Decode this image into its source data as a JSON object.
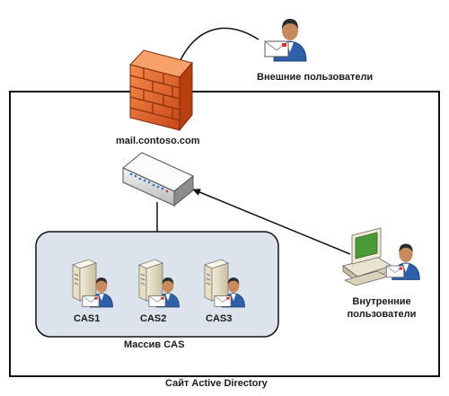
{
  "labels": {
    "external_users": "Внешние пользователи",
    "mail_host": "mail.contoso.com",
    "internal_users_line1": "Внутренние",
    "internal_users_line2": "пользователи",
    "cas1": "CAS1",
    "cas2": "CAS2",
    "cas3": "CAS3",
    "cas_array": "Массив CAS",
    "ad_site": "Сайт Active Directory"
  },
  "icons": {
    "external_user": "person-with-mail-icon",
    "firewall": "firewall-icon",
    "load_balancer": "load-balancer-icon",
    "server": "server-with-user-icon",
    "internal_user": "workstation-user-icon"
  },
  "colors": {
    "firewall": "#e8662a",
    "array_fill": "#dde3ec",
    "person_shirt": "#2f5fa8",
    "line": "#111111"
  }
}
